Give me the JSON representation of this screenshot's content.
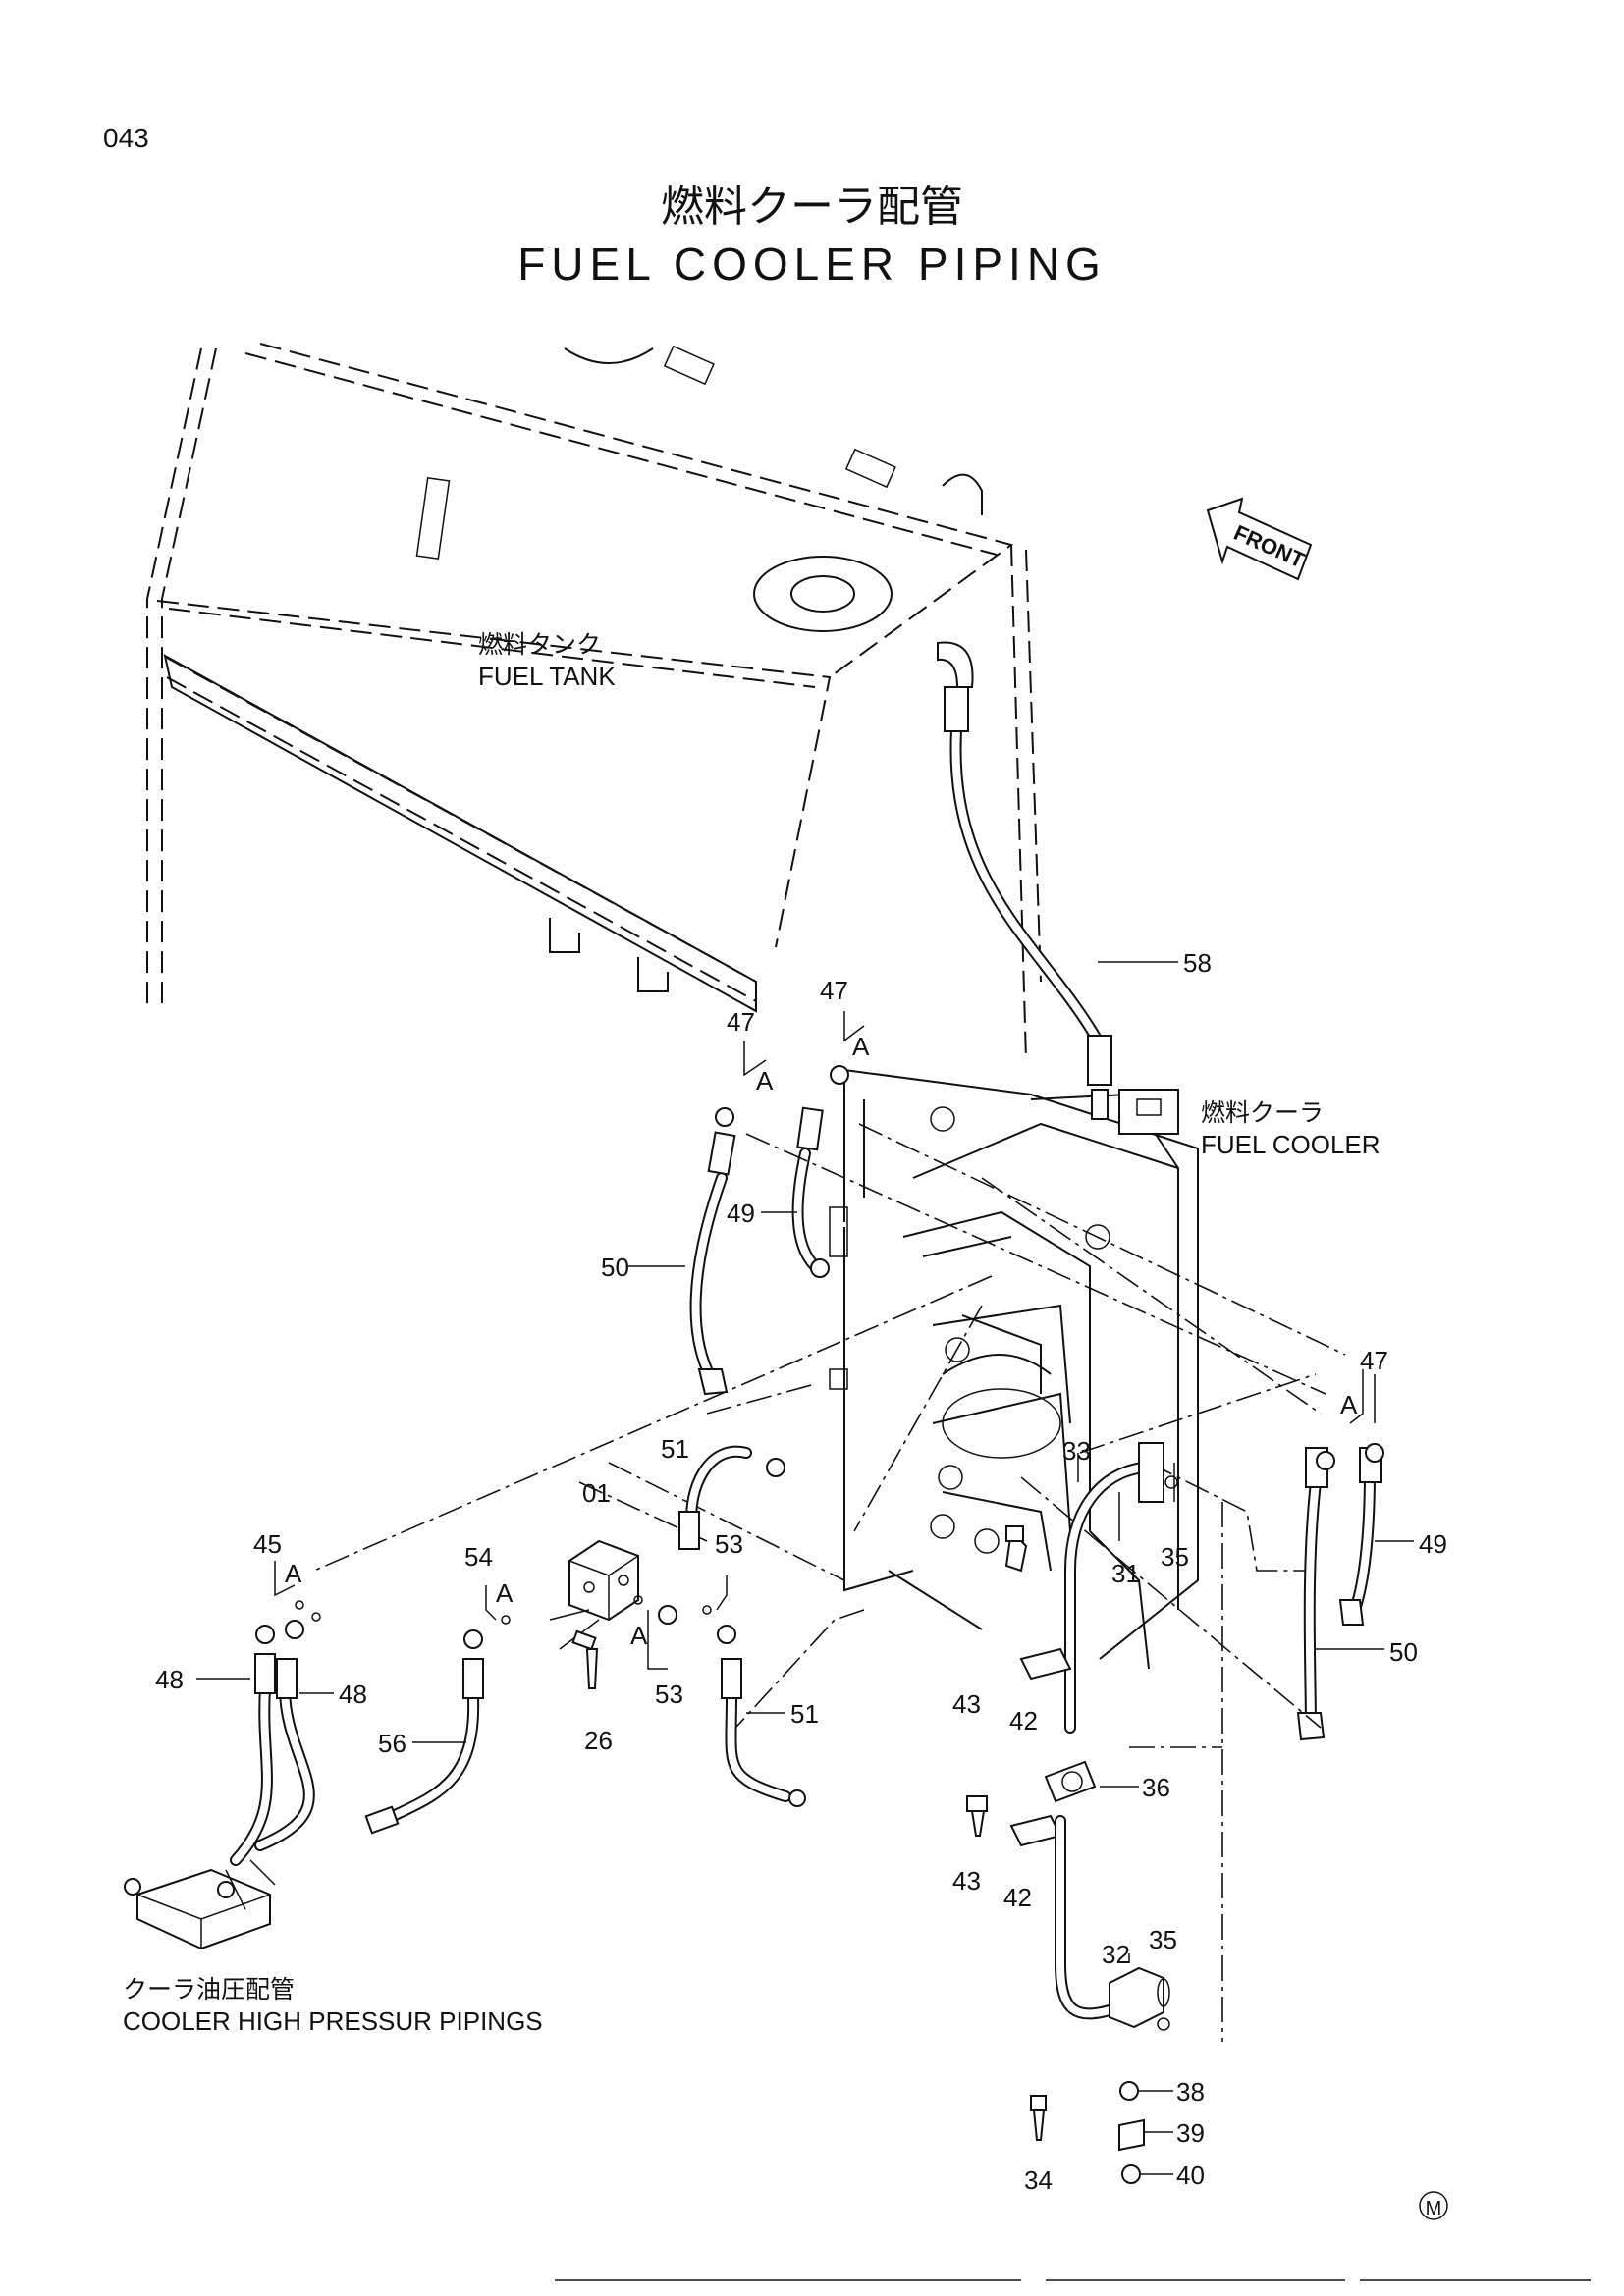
{
  "page_number": "043",
  "title_jp": "燃料クーラ配管",
  "title_en": "FUEL COOLER PIPING",
  "front_label": "FRONT",
  "labels": {
    "fuel_tank_jp": "燃料タンク",
    "fuel_tank_en": "FUEL TANK",
    "fuel_cooler_jp": "燃料クーラ",
    "fuel_cooler_en": "FUEL COOLER",
    "cooler_pipings_jp": "クーラ油圧配管",
    "cooler_pipings_en": "COOLER HIGH PRESSUR PIPINGS"
  },
  "callouts": [
    "58",
    "47",
    "47",
    "A",
    "A",
    "49",
    "50",
    "47",
    "A",
    "49",
    "50",
    "33",
    "31",
    "35",
    "51",
    "01",
    "45",
    "A",
    "54",
    "A",
    "53",
    "A",
    "53",
    "48",
    "48",
    "56",
    "26",
    "51",
    "43",
    "42",
    "36",
    "43",
    "42",
    "32",
    "35",
    "38",
    "39",
    "40",
    "34"
  ],
  "mark": "M"
}
